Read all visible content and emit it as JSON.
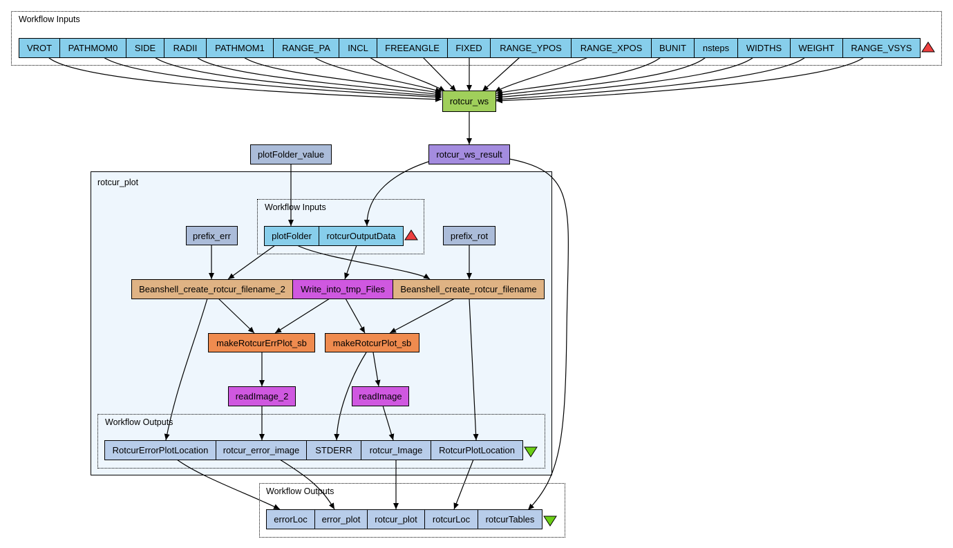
{
  "colors": {
    "workflow_input": "#87ceeb",
    "workflow_output": "#b8cdea",
    "service": "#a0cf5b",
    "constant": "#abbcd9",
    "result": "#a48cdf",
    "beanshell": "#dfb384",
    "local_worker": "#cf58e0",
    "rshell": "#ef8b4f",
    "input_marker": "#ee3f3f",
    "output_marker": "#6ccf16"
  },
  "icons": {
    "inputs_marker": "red-up-triangle-icon",
    "outputs_marker": "green-down-triangle-icon"
  },
  "top_inputs": {
    "label": "Workflow Inputs",
    "ports": [
      "VROT",
      "PATHMOM0",
      "SIDE",
      "RADII",
      "PATHMOM1",
      "RANGE_PA",
      "INCL",
      "FREEANGLE",
      "FIXED",
      "RANGE_YPOS",
      "RANGE_XPOS",
      "BUNIT",
      "nsteps",
      "WIDTHS",
      "WEIGHT",
      "RANGE_VSYS"
    ]
  },
  "service": "rotcur_ws",
  "plot_folder_value": "plotFolder_value",
  "ws_result": "rotcur_ws_result",
  "subworkflow": {
    "label": "rotcur_plot",
    "inputs": {
      "label": "Workflow Inputs",
      "ports": [
        "plotFolder",
        "rotcurOutputData"
      ]
    },
    "prefix_err": "prefix_err",
    "prefix_rot": "prefix_rot",
    "beanshell_2": "Beanshell_create_rotcur_filename_2",
    "write_tmp": "Write_into_tmp_Files",
    "beanshell_1": "Beanshell_create_rotcur_filename",
    "err_plot_sb": "makeRotcurErrPlot_sb",
    "plot_sb": "makeRotcurPlot_sb",
    "read_image_2": "readImage_2",
    "read_image": "readImage",
    "outputs": {
      "label": "Workflow Outputs",
      "ports": [
        "RotcurErrorPlotLocation",
        "rotcur_error_image",
        "STDERR",
        "rotcur_Image",
        "RotcurPlotLocation"
      ]
    }
  },
  "bottom_outputs": {
    "label": "Workflow Outputs",
    "ports": [
      "errorLoc",
      "error_plot",
      "rotcur_plot",
      "rotcurLoc",
      "rotcurTables"
    ]
  }
}
